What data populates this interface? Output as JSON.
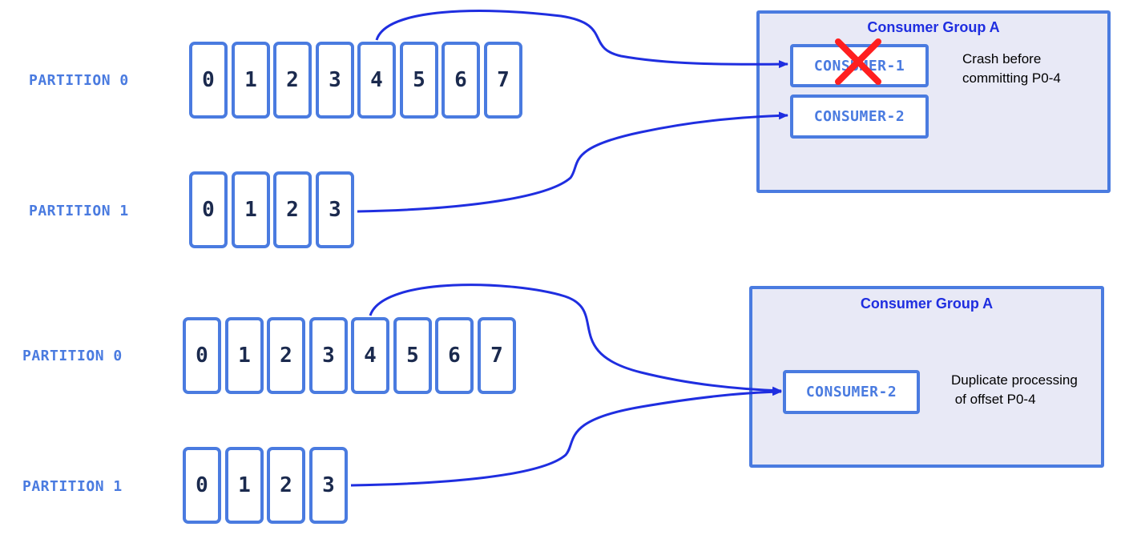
{
  "colors": {
    "accent": "#4a7be0",
    "arrow": "#1f2ee0",
    "group_bg": "#e8e9f6",
    "cross": "#ff1f1f"
  },
  "top": {
    "partition0": {
      "label": "PARTITION 0",
      "offsets": [
        "0",
        "1",
        "2",
        "3",
        "4",
        "5",
        "6",
        "7"
      ]
    },
    "partition1": {
      "label": "PARTITION 1",
      "offsets": [
        "0",
        "1",
        "2",
        "3"
      ]
    },
    "group": {
      "title": "Consumer Group A",
      "consumers": [
        "CONSUMER-1",
        "CONSUMER-2"
      ],
      "crashed_consumer_icon": "cross-icon",
      "note_lines": [
        "Crash before",
        "committing P0-4"
      ]
    }
  },
  "bottom": {
    "partition0": {
      "label": "PARTITION 0",
      "offsets": [
        "0",
        "1",
        "2",
        "3",
        "4",
        "5",
        "6",
        "7"
      ]
    },
    "partition1": {
      "label": "PARTITION 1",
      "offsets": [
        "0",
        "1",
        "2",
        "3"
      ]
    },
    "group": {
      "title": "Consumer Group A",
      "consumers": [
        "CONSUMER-2"
      ],
      "note_lines": [
        "Duplicate processing",
        " of offset P0-4"
      ]
    }
  }
}
